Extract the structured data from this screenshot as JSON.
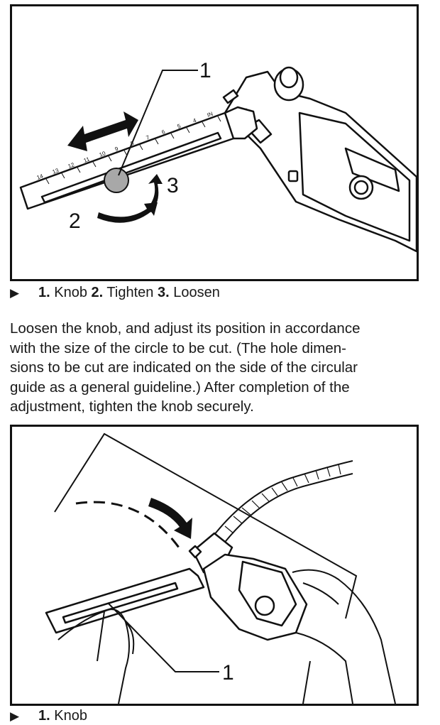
{
  "figure1": {
    "callouts": {
      "c1": "1",
      "c2": "2",
      "c3": "3"
    },
    "scale_marks": [
      "14",
      "13",
      "12",
      "11",
      "10",
      "9",
      "8",
      "7",
      "6",
      "5",
      "4",
      "IN"
    ]
  },
  "caption1": {
    "n1": "1.",
    "t1": "Knob",
    "n2": "2.",
    "t2": "Tighten",
    "n3": "3.",
    "t3": "Loosen"
  },
  "body": {
    "lines": [
      "Loosen the knob, and adjust its position in accordance",
      "with the size of the circle to be cut. (The hole dimen-",
      "sions to be cut are indicated on the side of the circular",
      "guide as a general guideline.) After completion of the",
      "adjustment, tighten the knob securely."
    ]
  },
  "figure2": {
    "callouts": {
      "c1": "1"
    }
  },
  "caption2": {
    "n1": "1.",
    "t1": "Knob"
  },
  "icons": {
    "caption_marker": "triangle-right-icon"
  }
}
